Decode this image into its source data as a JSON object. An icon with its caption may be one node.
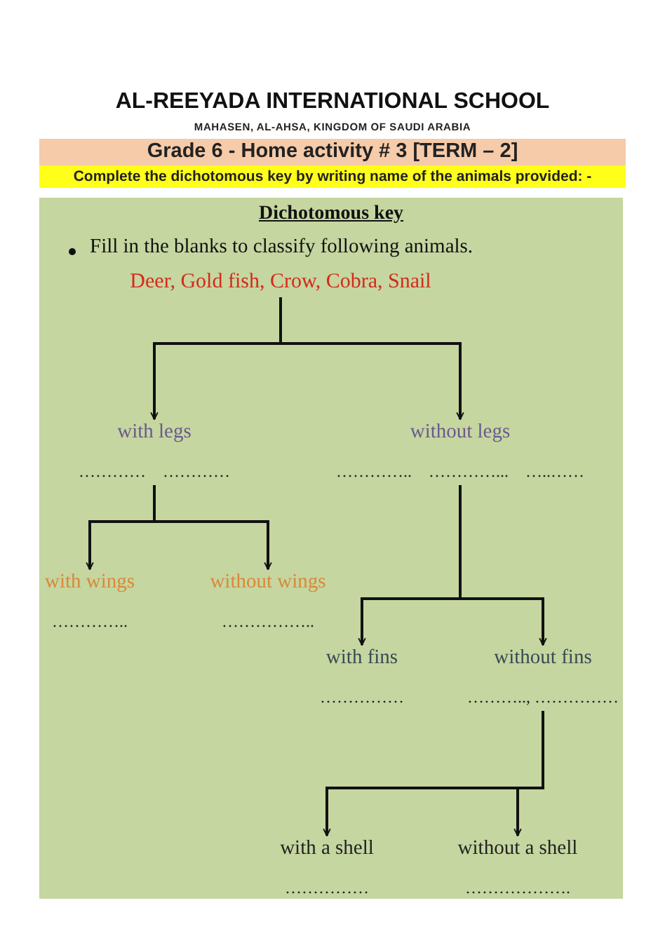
{
  "diagram": {
    "title": "AL-REEYADA INTERNATIONAL SCHOOL",
    "nodes": [
      {
        "text": [
          "Grade 6 - Home activity # 3 [TERM – 2]"
        ]
      },
      {
        "text": [
          "Complete the dichotomous key by writing name of the animals provided: -"
        ]
      },
      {
        "text": [
          "Dichotomous key",
          "Fill in the blanks to classify following animals."
        ]
      },
      {
        "text": [
          "Deer, Gold fish, Crow, Cobra,  Snail"
        ],
        "in": 2
      },
      {
        "text": [
          "with legs"
        ],
        "in": 2,
        "beside": [
          "…………",
          "…………"
        ]
      },
      {
        "text": [
          "without legs"
        ],
        "in": 2,
        "beside": [
          "…………..",
          "…………...",
          "…..……"
        ]
      },
      {
        "text": [
          "with wings"
        ],
        "in": 2,
        "beside": [
          "………….."
        ]
      },
      {
        "text": [
          "without wings"
        ],
        "in": 2,
        "beside": [
          "…………….."
        ]
      },
      {
        "text": [
          "with fins"
        ],
        "in": 2,
        "beside": [
          "……………"
        ]
      },
      {
        "text": [
          "without fins"
        ],
        "in": 2,
        "beside": [
          "……….., ……………"
        ]
      },
      {
        "text": [
          "with a shell"
        ],
        "in": 2,
        "beside": [
          "……………"
        ]
      },
      {
        "text": [
          "without a shell"
        ],
        "in": 2,
        "beside": [
          "………………."
        ]
      }
    ],
    "edges": [
      {
        "from": 3,
        "to": 4,
        "arrow": "to"
      },
      {
        "from": 3,
        "to": 5,
        "arrow": "to"
      },
      {
        "from": 4,
        "to": 6,
        "arrow": "to"
      },
      {
        "from": 4,
        "to": 7,
        "arrow": "to"
      },
      {
        "from": 5,
        "to": 8,
        "arrow": "to"
      },
      {
        "from": 5,
        "to": 9,
        "arrow": "to"
      },
      {
        "from": 9,
        "to": 10,
        "arrow": "to"
      },
      {
        "from": 9,
        "to": 11,
        "arrow": "to"
      }
    ],
    "labels": [
      "MAHASEN, AL-AHSA, KINGDOM OF SAUDI ARABIA"
    ]
  }
}
